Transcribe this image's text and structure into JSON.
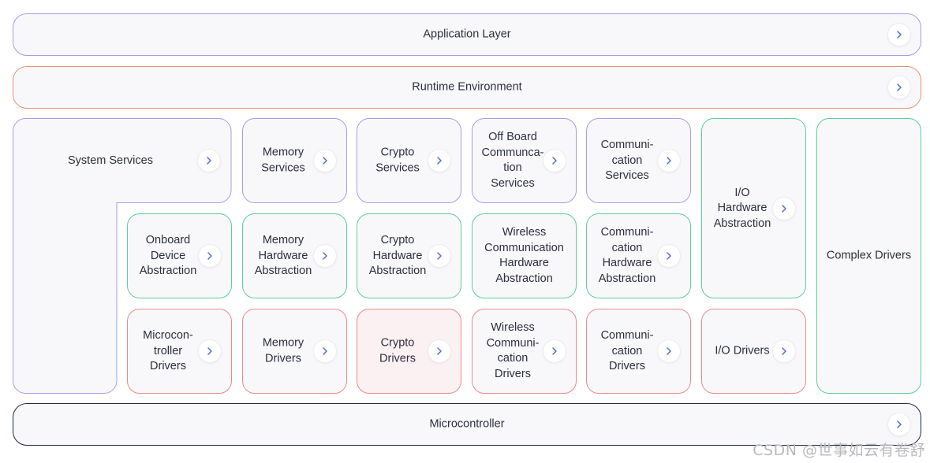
{
  "layers": {
    "application": "Application Layer",
    "runtime": "Runtime Environment",
    "microcontroller": "Microcontroller"
  },
  "services": {
    "system": "System Services",
    "memory": "Memory\nServices",
    "crypto": "Crypto\nServices",
    "offboard": "Off Board\nCommunca-\ntion\nServices",
    "communication": "Communi-\ncation\nServices"
  },
  "abstraction": {
    "onboard": "Onboard\nDevice\nAbstraction",
    "memory": "Memory\nHardware\nAbstraction",
    "crypto": "Crypto\nHardware\nAbstraction",
    "wireless": "Wireless\nCommunication\nHardware\nAbstraction",
    "communication": "Communi-\ncation\nHardware\nAbstraction",
    "io": "I/O\nHardware\nAbstraction"
  },
  "drivers": {
    "microcontroller": "Microcon-\ntroller\nDrivers",
    "memory": "Memory\nDrivers",
    "crypto": "Crypto\nDrivers",
    "wireless": "Wireless\nCommuni-\ncation\nDrivers",
    "communication": "Communi-\ncation\nDrivers",
    "io": "I/O Drivers"
  },
  "complex": "Complex Drivers",
  "watermark": "CSDN @世事如云有卷舒",
  "icons": {
    "arrow": "chevron-right-icon"
  },
  "colors": {
    "purple": "#a79be8",
    "orange": "#e9906f",
    "green": "#5ccf96",
    "red": "#ec8a88",
    "navy": "#1c2b45",
    "box_fill": "#f8f8fb",
    "highlight_fill": "#fbf0f2",
    "chevron": "#4a6fd1"
  }
}
